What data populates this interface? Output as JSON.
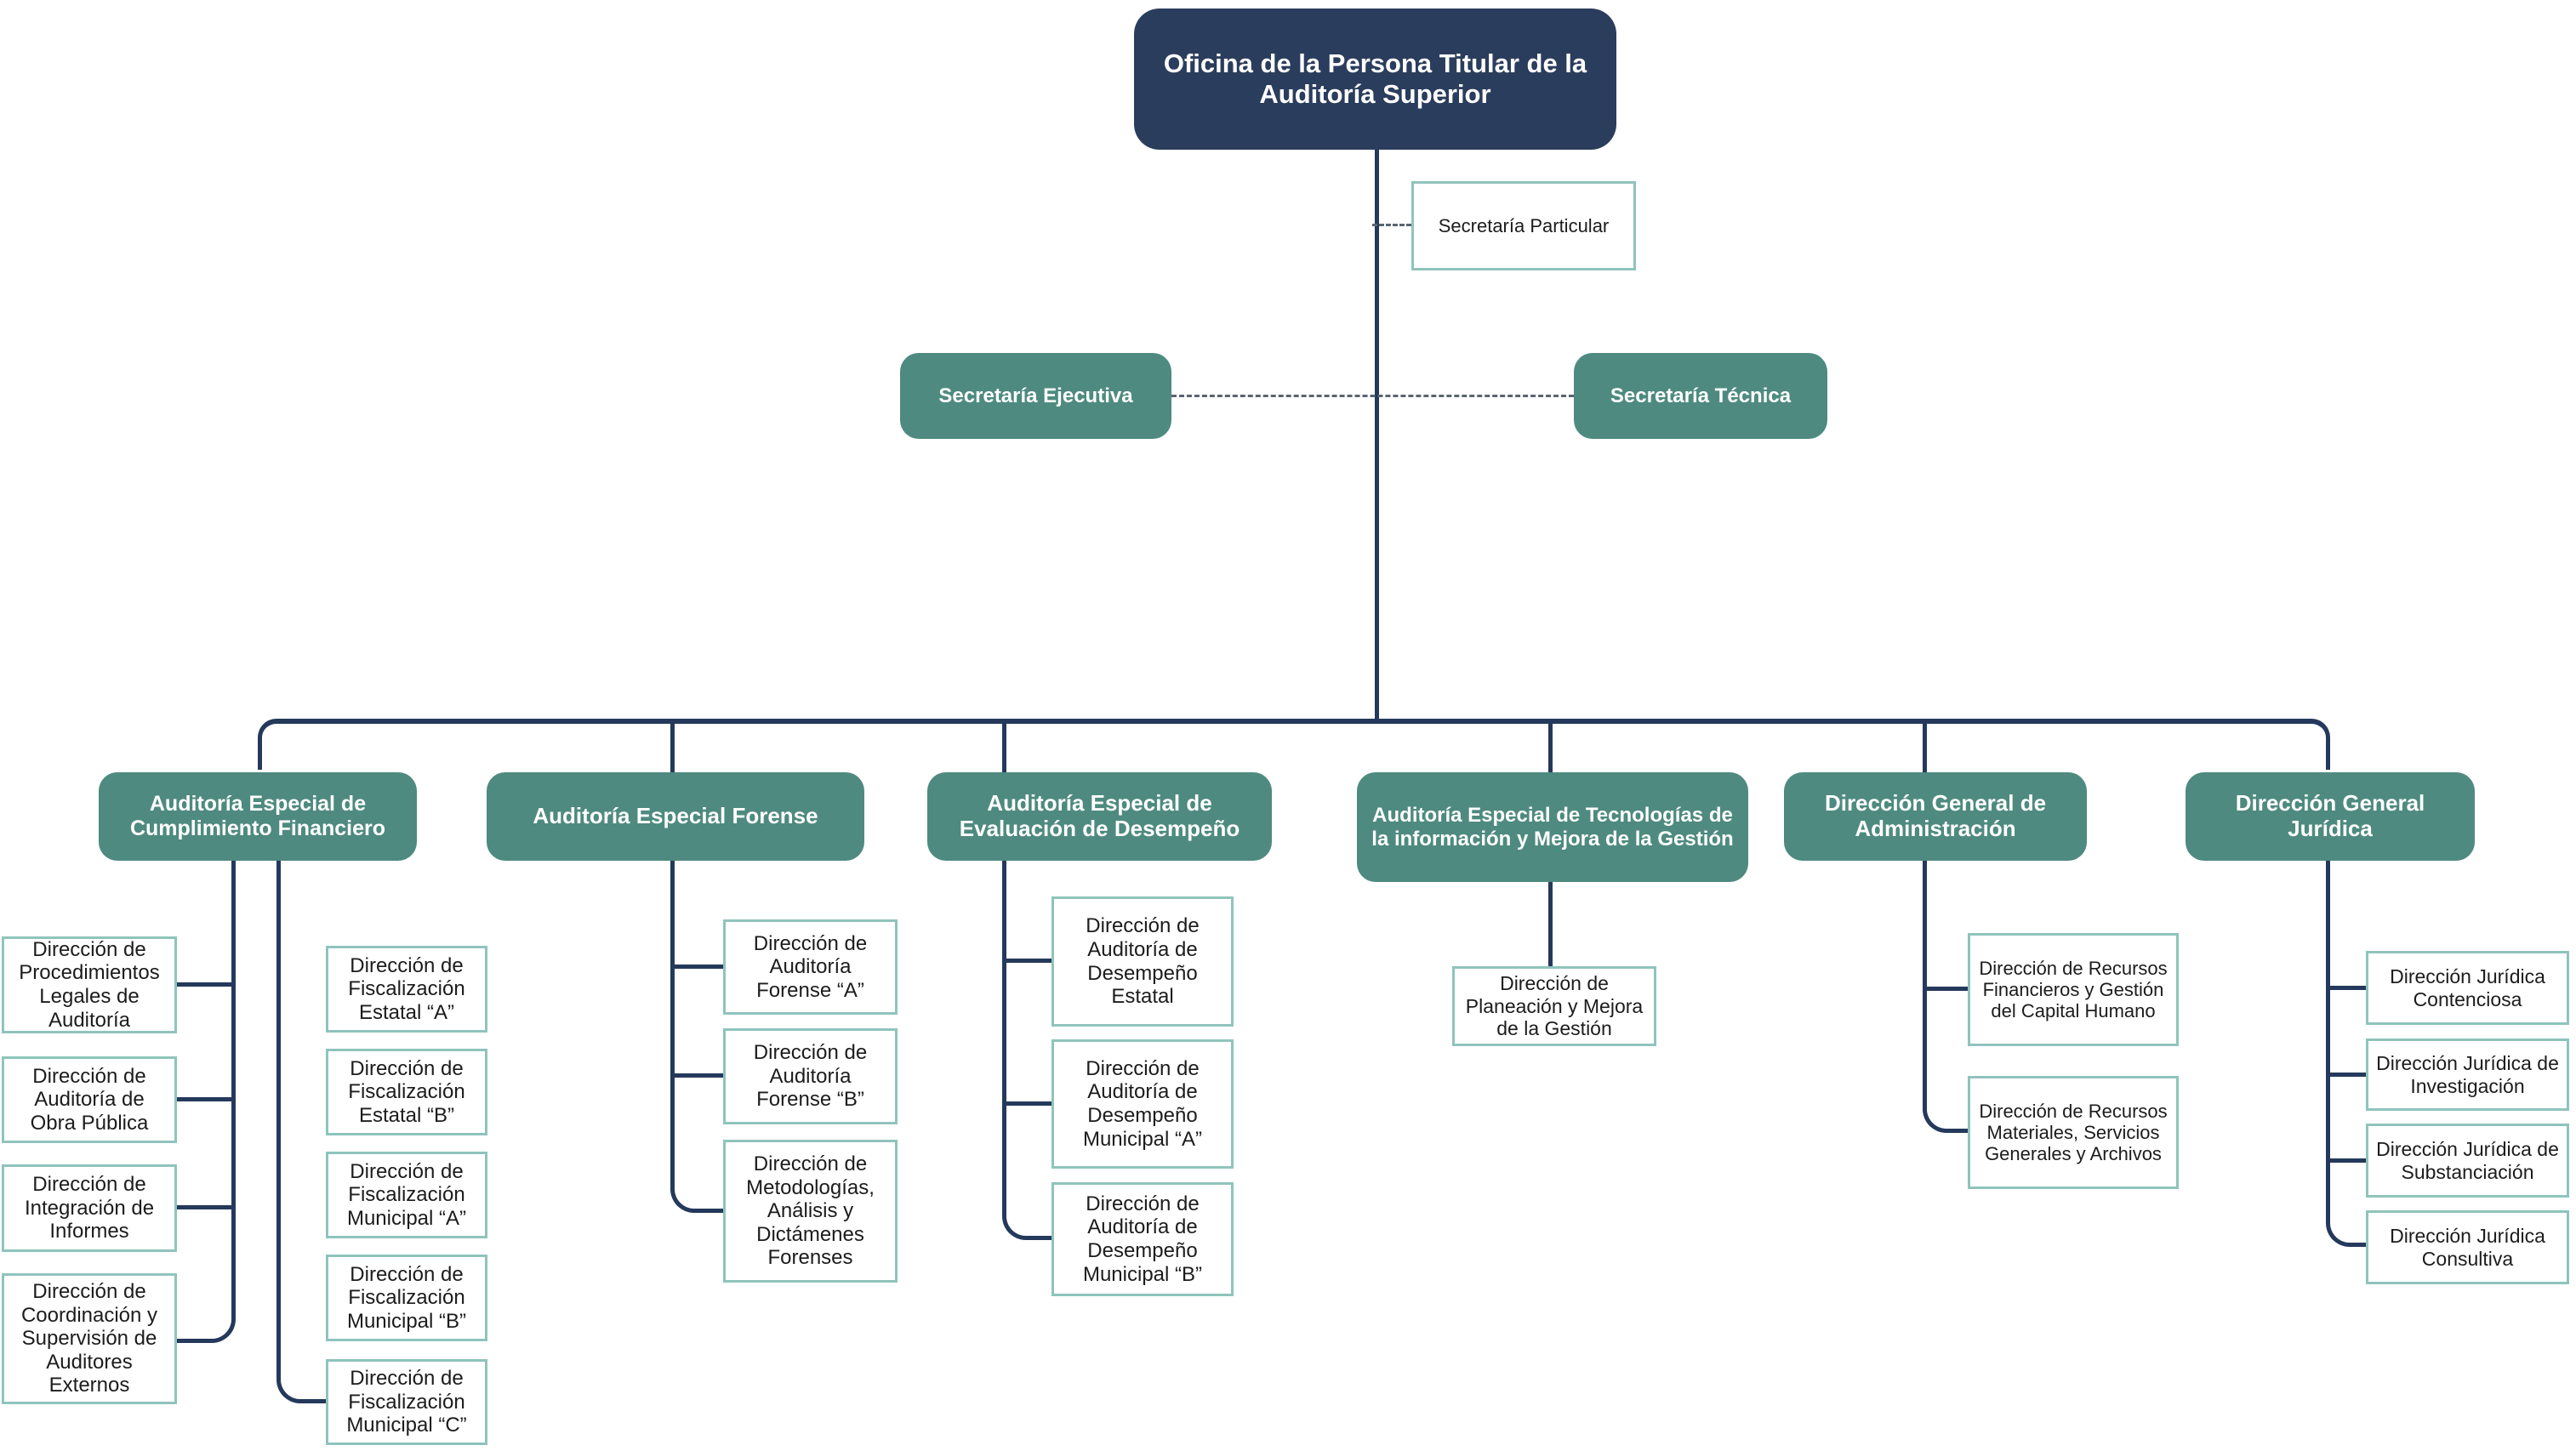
{
  "org": {
    "root": "Oficina de la Persona Titular de la Auditoría Superior",
    "secretarias": {
      "particular": "Secretaría Particular",
      "ejecutiva": "Secretaría Ejecutiva",
      "tecnica": "Secretaría Técnica"
    },
    "branches": [
      {
        "label": "Auditoría Especial de Cumplimiento Financiero",
        "children": [
          "Dirección de Procedimientos Legales de Auditoría",
          "Dirección de Auditoría de Obra Pública",
          "Dirección de Integración de Informes",
          "Dirección de Coordinación y Supervisión de Auditores Externos",
          "Dirección de Fiscalización Estatal “A”",
          "Dirección de Fiscalización Estatal “B”",
          "Dirección de Fiscalización Municipal “A”",
          "Dirección de Fiscalización Municipal “B”",
          "Dirección de Fiscalización Municipal “C”"
        ]
      },
      {
        "label": "Auditoría Especial Forense",
        "children": [
          "Dirección de Auditoría Forense “A”",
          "Dirección de Auditoría Forense “B”",
          "Dirección de Metodologías, Análisis y Dictámenes Forenses"
        ]
      },
      {
        "label": "Auditoría Especial de Evaluación de Desempeño",
        "children": [
          "Dirección de Auditoría de Desempeño Estatal",
          "Dirección de Auditoría de Desempeño Municipal “A”",
          "Dirección de Auditoría de Desempeño Municipal “B”"
        ]
      },
      {
        "label": "Auditoría Especial de Tecnologías de la información y Mejora de la Gestión",
        "children": [
          "Dirección de Planeación y Mejora de la Gestión"
        ]
      },
      {
        "label": "Dirección General de Administración",
        "children": [
          "Dirección de Recursos Financieros y Gestión del Capital Humano",
          "Dirección de Recursos Materiales, Servicios Generales y Archivos"
        ]
      },
      {
        "label": "Dirección General Jurídica",
        "children": [
          "Dirección Jurídica Contenciosa",
          "Dirección Jurídica de Investigación",
          "Dirección Jurídica de Substanciación",
          "Dirección Jurídica Consultiva"
        ]
      }
    ]
  },
  "colors": {
    "navy": "#2B3D5C",
    "teal": "#4E8A80",
    "teal_border": "#8FC4BC",
    "line": "#24395B"
  }
}
